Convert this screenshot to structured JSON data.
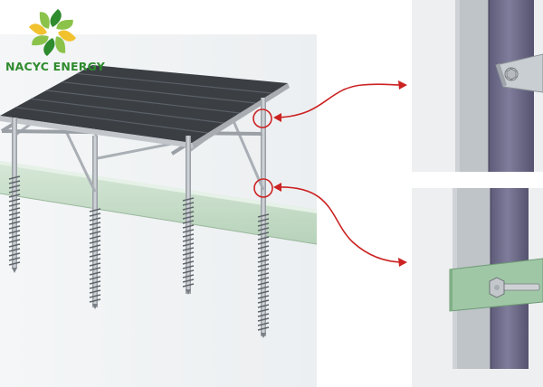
{
  "brand": {
    "name": "NACYC ENERGY",
    "tagline": "",
    "colors": {
      "primary": "#2e8b2e",
      "secondary": "#8bc34a",
      "accent": "#f2c12e"
    }
  },
  "diagram": {
    "subject": "ground-screw-mounted-solar-carport-structure",
    "callouts": [
      {
        "target": "upper-pole-bracket",
        "detail_view": "pole-angle-brace-connection-closeup",
        "arrow_color": "#cc2222"
      },
      {
        "target": "lower-pole-beam-clamp",
        "detail_view": "pole-beam-clamp-connection-closeup",
        "arrow_color": "#cc2222"
      }
    ],
    "colors": {
      "panel": "#3b3f44",
      "steel": "#b9bec4",
      "beam": "#c9dfcb",
      "detail_pole": "#6e6c8a",
      "clamp_plate": "#9fc7a5"
    }
  }
}
